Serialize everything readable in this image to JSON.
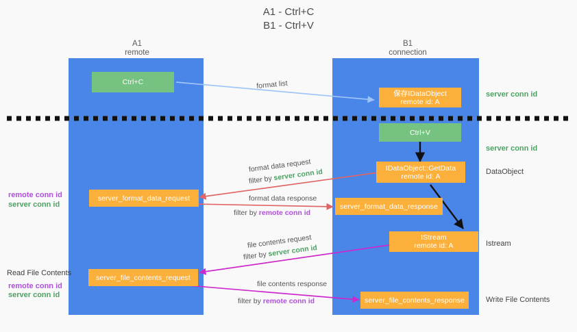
{
  "title": {
    "line1": "A1 - Ctrl+C",
    "line2": "B1 - Ctrl+V"
  },
  "columns": [
    {
      "name": "A1",
      "role": "remote"
    },
    {
      "name": "B1",
      "role": "connection"
    }
  ],
  "colors": {
    "lane": "#4a86e8",
    "green_box": "#76c281",
    "orange_box": "#fbb03b",
    "server_conn_id": "#4da163",
    "remote_conn_id": "#b14de0",
    "arrow_format_list": "#9fc5f8",
    "arrow_format_data": "#e06666",
    "arrow_file_contents": "#cc29cc",
    "arrow_internal": "#111111",
    "divider": "#111111",
    "background": "#f9f9f9"
  },
  "boxes": {
    "ctrl_c": "Ctrl+C",
    "ctrl_v": "Ctrl+V",
    "save_idataobject_l1": "保存IDataObject",
    "save_idataobject_l2": "remote id: A",
    "getdata_l1": "IDataObject::GetData",
    "getdata_l2": "remote id: A",
    "istream_l1": "IStream",
    "istream_l2": "remote id: A",
    "server_format_data_request": "server_format_data_request",
    "server_format_data_response": "server_format_data_response",
    "server_file_contents_request": "server_file_contents_request",
    "server_file_contents_response": "server_file_contents_response"
  },
  "arrow_labels": {
    "format_list": "format list",
    "format_data_request": "format data request",
    "format_data_request_filter_prefix": "filter by",
    "format_data_request_filter_key": "server conn id",
    "format_data_response": "format data response",
    "format_data_response_filter_prefix": "filter by",
    "format_data_response_filter_key": "remote conn id",
    "file_contents_request": "file contents request",
    "file_contents_request_filter_prefix": "filter by",
    "file_contents_request_filter_key": "server conn id",
    "file_contents_response": "file contents response",
    "file_contents_response_filter_prefix": "filter by",
    "file_contents_response_filter_key": "remote conn id"
  },
  "right_labels": {
    "server_conn_id_top": "server conn id",
    "server_conn_id_second": "server conn id",
    "dataobject": "DataObject",
    "istream": "Istream",
    "write_file_contents": "Write File Contents"
  },
  "left_labels": {
    "remote_conn_id_a": "remote conn id",
    "server_conn_id_a": "server conn id",
    "read_file_contents": "Read File Contents",
    "remote_conn_id_b": "remote conn id",
    "server_conn_id_b": "server conn id"
  }
}
